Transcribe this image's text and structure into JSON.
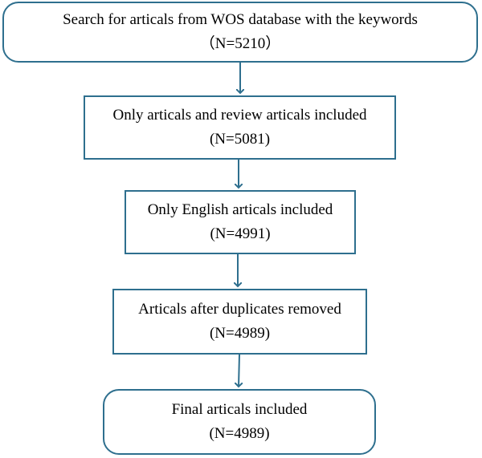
{
  "steps": [
    {
      "line1": "Search for articals from WOS database with the keywords",
      "line2": "（N=5210）"
    },
    {
      "line1": "Only articals and review articals included",
      "line2": "(N=5081)"
    },
    {
      "line1": "Only English articals included",
      "line2": "(N=4991)"
    },
    {
      "line1": "Articals after duplicates removed",
      "line2": "(N=4989)"
    },
    {
      "line1": "Final articals included",
      "line2": "(N=4989)"
    }
  ],
  "colors": {
    "border": "#2e6f8e",
    "arrow": "#2e6f8e"
  }
}
